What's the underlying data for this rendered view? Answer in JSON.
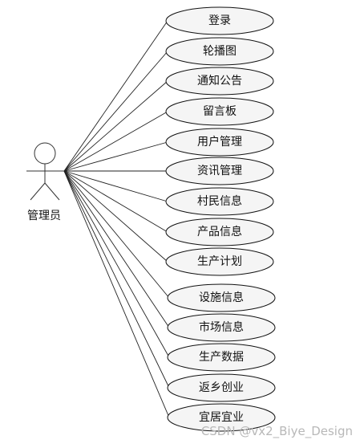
{
  "diagram": {
    "actor": {
      "name": "管理员"
    },
    "use_cases": [
      {
        "label": "登录"
      },
      {
        "label": "轮播图"
      },
      {
        "label": "通知公告"
      },
      {
        "label": "留言板"
      },
      {
        "label": "用户管理"
      },
      {
        "label": "资讯管理"
      },
      {
        "label": "村民信息"
      },
      {
        "label": "产品信息"
      },
      {
        "label": "生产计划"
      },
      {
        "label": "设施信息"
      },
      {
        "label": "市场信息"
      },
      {
        "label": "生产数据"
      },
      {
        "label": "返乡创业"
      },
      {
        "label": "宜居宜业"
      }
    ],
    "watermark": "CSDN @vx2_Biye_Design"
  }
}
